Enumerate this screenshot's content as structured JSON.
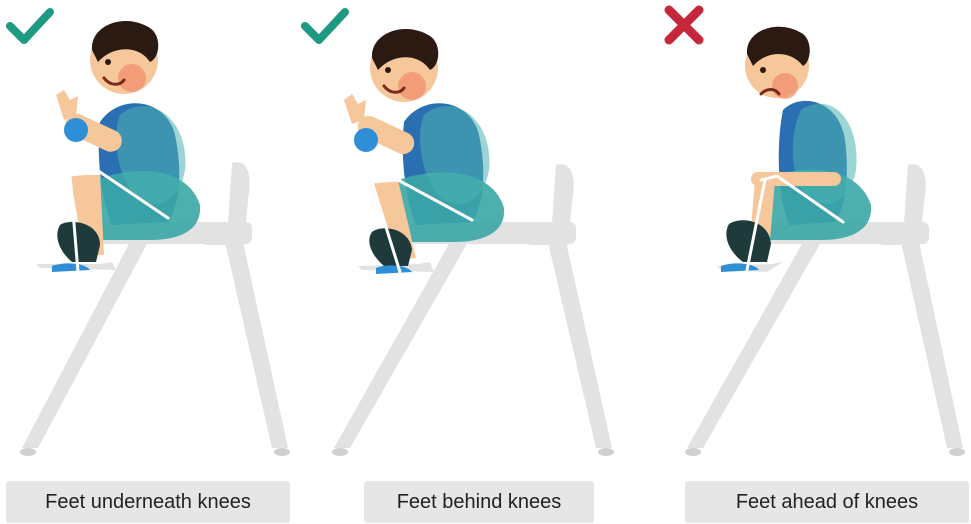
{
  "colors": {
    "good": "#1f9a82",
    "bad": "#c6283b",
    "chair": "#e2e2e2",
    "caption_bg": "#e6e6e6",
    "shirt": "#2a6fb2",
    "shorts": "#3aa7a6",
    "skin": "#f6c79a",
    "hair": "#2a1a12"
  },
  "panels": [
    {
      "verdict": "correct",
      "icon": "checkmark-icon",
      "caption": "Feet underneath knees"
    },
    {
      "verdict": "correct",
      "icon": "checkmark-icon",
      "caption": "Feet behind knees"
    },
    {
      "verdict": "incorrect",
      "icon": "cross-icon",
      "caption": "Feet ahead of knees"
    }
  ]
}
